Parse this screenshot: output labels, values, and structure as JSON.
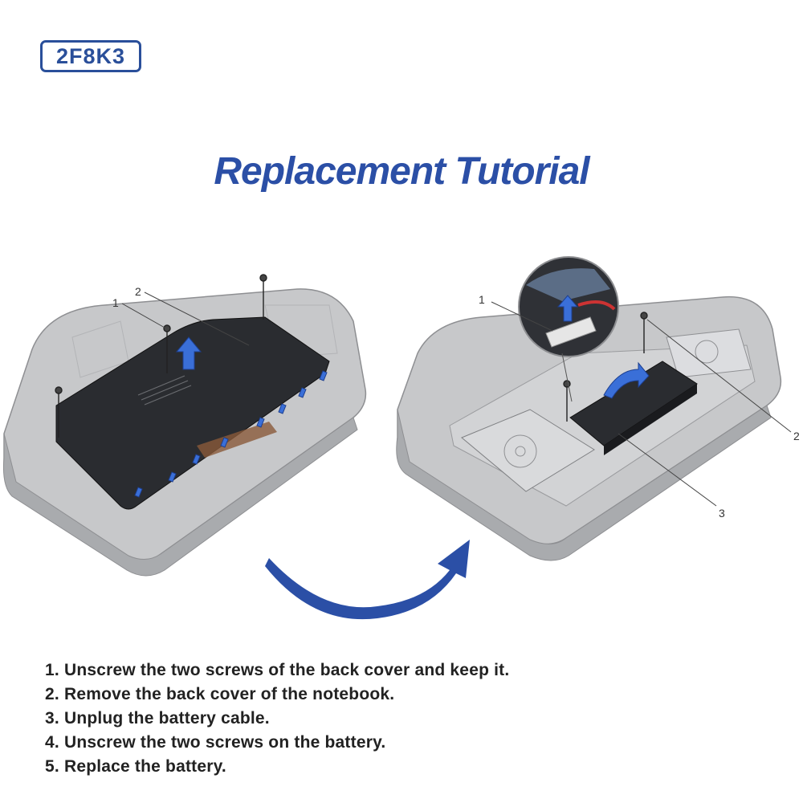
{
  "badge": {
    "model": "2F8K3"
  },
  "title": "Replacement Tutorial",
  "left_figure": {
    "callouts": [
      "1",
      "2"
    ]
  },
  "right_figure": {
    "callouts": [
      "1",
      "2",
      "3"
    ]
  },
  "steps": [
    "1. Unscrew the two screws of the back cover and keep it.",
    "2. Remove the back cover of the notebook.",
    "3. Unplug the battery cable.",
    "4. Unscrew the two screws on the battery.",
    "5. Replace the battery."
  ],
  "colors": {
    "accent": "#2b4fa6",
    "chassis": "#c9cacc",
    "panel": "#2a2c30"
  }
}
